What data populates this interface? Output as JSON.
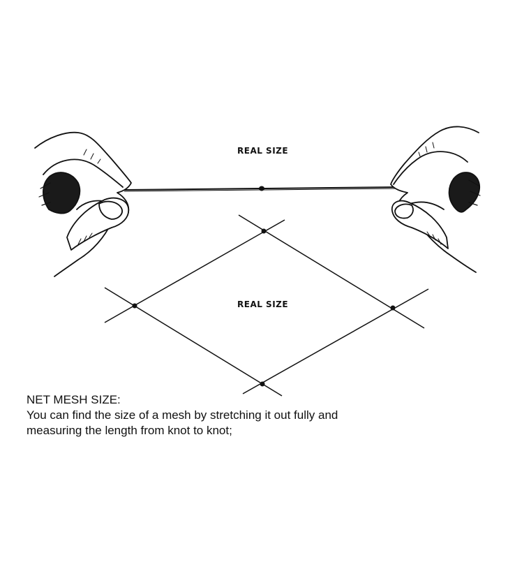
{
  "diagram": {
    "label_stretched": "REAL SIZE",
    "label_mesh": "REAL SIZE"
  },
  "caption": {
    "heading": "NET MESH SIZE:",
    "line1": "You can find the size of a mesh by stretching it out fully and",
    "line2": "measuring the length from knot to knot;"
  }
}
